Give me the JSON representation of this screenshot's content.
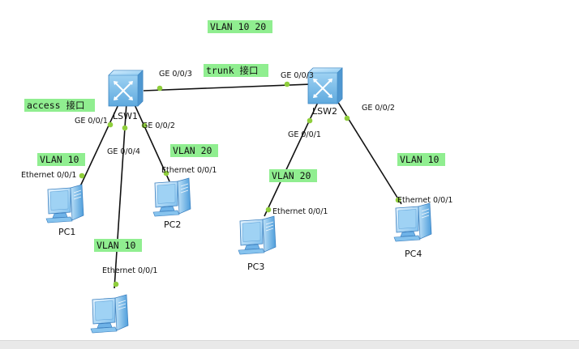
{
  "colors": {
    "background": "#ffffff",
    "link": "#111111",
    "port_dot": "#8fce3c",
    "note_bg": "#90ee90",
    "switch_body": "#7ec3ee",
    "pc_body": "#5aa8e6"
  },
  "notes": {
    "top": "VLAN 10 20",
    "trunk": "trunk 接口",
    "access": "access 接口",
    "pc1_vlan": "VLAN 10",
    "pc2_vlan": "VLAN 20",
    "pc5_vlan": "VLAN 10",
    "pc3_vlan": "VLAN 20",
    "pc4_vlan": "VLAN 10"
  },
  "devices": {
    "lsw1": {
      "label": "LSW1",
      "icon": "l3-switch-icon"
    },
    "lsw2": {
      "label": "LSW2",
      "icon": "l3-switch-icon"
    },
    "pc1": {
      "label": "PC1",
      "icon": "pc-icon"
    },
    "pc2": {
      "label": "PC2",
      "icon": "pc-icon"
    },
    "pc3": {
      "label": "PC3",
      "icon": "pc-icon"
    },
    "pc4": {
      "label": "PC4",
      "icon": "pc-icon"
    },
    "pc5": {
      "label": "",
      "icon": "pc-icon"
    }
  },
  "ports": {
    "lsw1_g3": "GE 0/0/3",
    "lsw2_g3": "GE 0/0/3",
    "lsw1_g1": "GE 0/0/1",
    "lsw1_g2": "GE 0/0/2",
    "lsw1_g4": "GE 0/0/4",
    "lsw2_g1": "GE 0/0/1",
    "lsw2_g2": "GE 0/0/2",
    "pc1_e": "Ethernet 0/0/1",
    "pc2_e": "Ethernet 0/0/1",
    "pc3_e": "Ethernet 0/0/1",
    "pc4_e": "Ethernet 0/0/1",
    "pc5_e": "Ethernet 0/0/1"
  }
}
